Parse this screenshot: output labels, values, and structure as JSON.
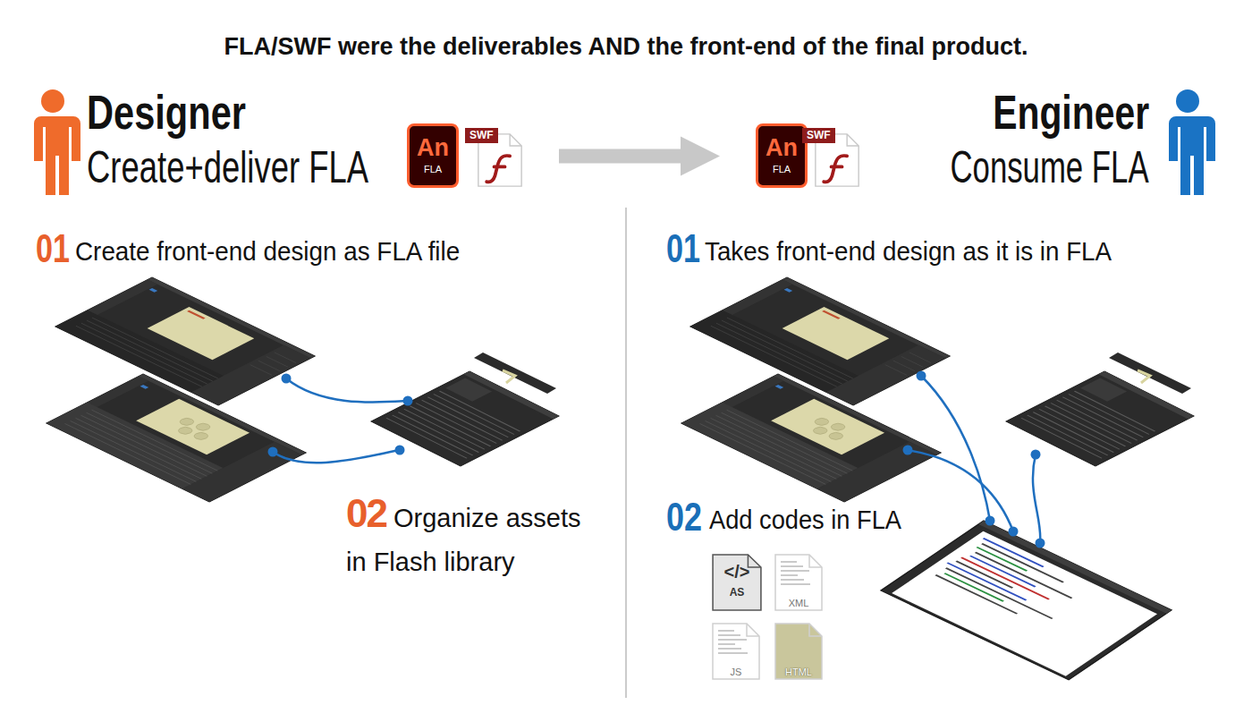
{
  "diagram": {
    "title": "FLA/SWF were the deliverables AND the front-end of the final product.",
    "nodes": [
      {
        "text": [
          "An",
          "FLA"
        ]
      },
      {
        "text": [
          "SWF"
        ]
      },
      {
        "text": [
          "An",
          "FLA"
        ]
      },
      {
        "text": [
          "SWF"
        ]
      },
      {
        "text": [
          "</>",
          "AS"
        ]
      },
      {
        "text": [
          "XML"
        ]
      },
      {
        "text": [
          "JS"
        ]
      },
      {
        "text": [
          "HTML"
        ]
      }
    ],
    "edges": [
      {
        "from": 1,
        "to": 2,
        "arrow": "to"
      }
    ],
    "labels": [
      "Designer",
      "Create+deliver FLA",
      "Engineer",
      "Consume FLA",
      "01",
      "Create front-end design as FLA file",
      "02",
      "Organize assets in Flash library",
      "01",
      "Takes front-end design as it is in FLA",
      "02",
      "Add codes in FLA"
    ]
  }
}
